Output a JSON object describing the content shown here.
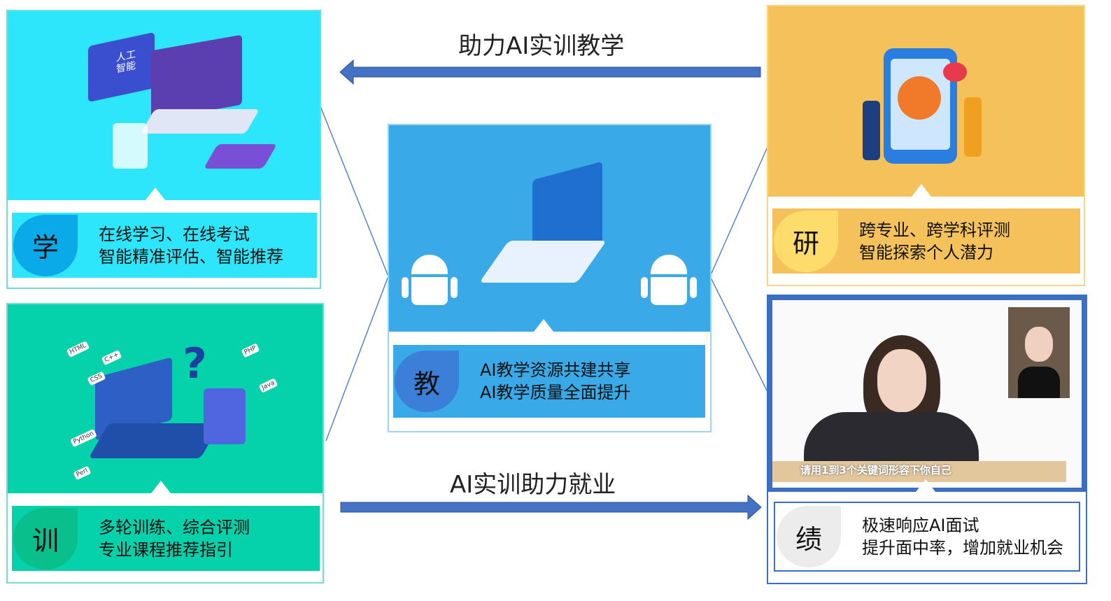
{
  "top_arrow_label": "助力AI实训教学",
  "bottom_arrow_label": "AI实训助力就业",
  "panels": {
    "learn": {
      "badge": "学",
      "line1": "在线学习、在线考试",
      "line2": "智能精准评估、智能推荐",
      "color": "#2ee6fb",
      "badge_color": "#0aaae8"
    },
    "train": {
      "badge": "训",
      "line1": "多轮训练、综合评测",
      "line2": "专业课程推荐指引",
      "color": "#05d1ab",
      "badge_color": "#09bf8c",
      "tags": [
        "HTML",
        "C++",
        "CSS",
        "Java",
        "Python",
        "Perl",
        "PHP"
      ]
    },
    "teach": {
      "badge": "教",
      "line1": "AI教学资源共建共享",
      "line2": "AI教学质量全面提升",
      "color": "#3aa9e8",
      "badge_color": "#3b7fd9"
    },
    "research": {
      "badge": "研",
      "line1": "跨专业、跨学科评测",
      "line2": "智能探索个人潜力",
      "color": "#f5c15a",
      "badge_color": "#fddc6c"
    },
    "result": {
      "badge": "绩",
      "line1": "极速响应AI面试",
      "line2": "提升面中率，增加就业机会",
      "color": "#3b6fc4",
      "badge_color": "#ececec",
      "subtitle": "请用1到3个关键词形容下你自己"
    }
  },
  "illus_text": {
    "ai_board": "人工智能"
  }
}
